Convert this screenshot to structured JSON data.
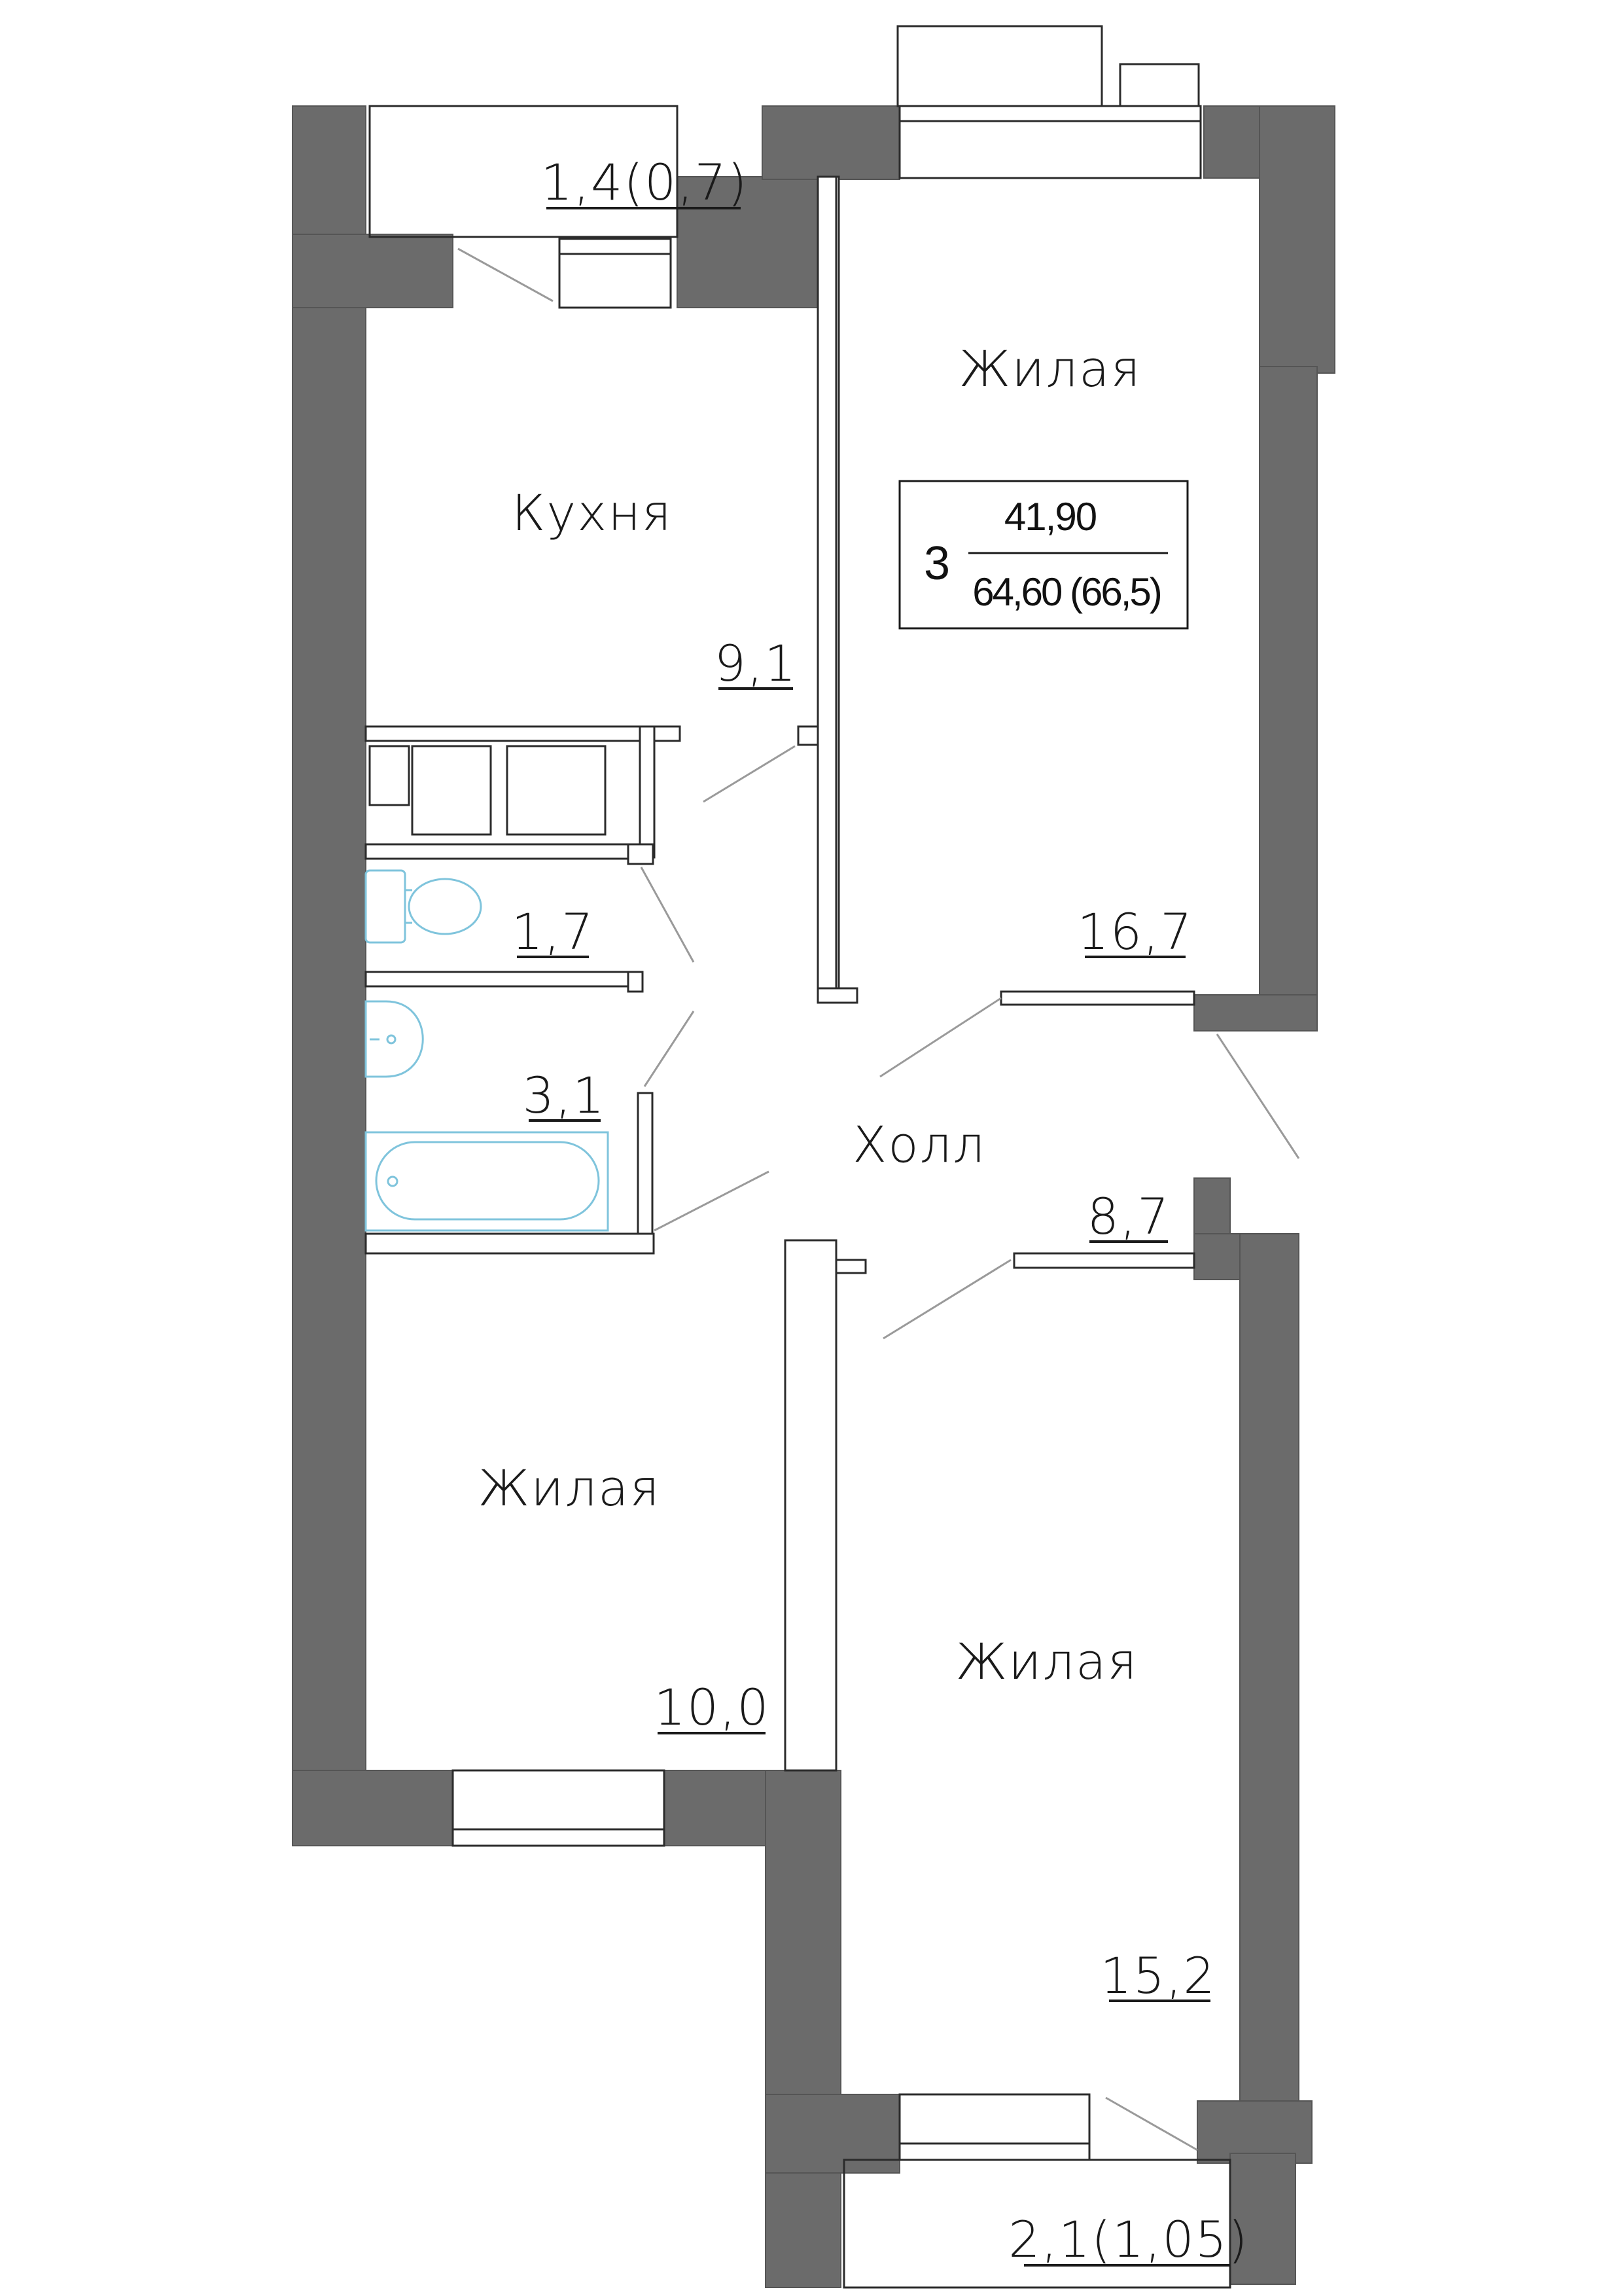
{
  "plan": {
    "rooms": [
      {
        "id": "kitchen",
        "name": "Кухня",
        "area": "9,1"
      },
      {
        "id": "living-top",
        "name": "Жилая",
        "area": "16,7"
      },
      {
        "id": "living-left",
        "name": "Жилая",
        "area": "10,0"
      },
      {
        "id": "living-bottom",
        "name": "Жилая",
        "area": "15,2"
      },
      {
        "id": "hall",
        "name": "Холл",
        "area": "8,7"
      },
      {
        "id": "wc",
        "name": "",
        "area": "1,7"
      },
      {
        "id": "bath",
        "name": "",
        "area": "3,1"
      },
      {
        "id": "balcony-top",
        "name": "",
        "area": "1,4(0,7)"
      },
      {
        "id": "balcony-bottom",
        "name": "",
        "area": "2,1(1,05)"
      }
    ],
    "info": {
      "rooms_count": "3",
      "living_area": "41,90",
      "total_area": "64,60 (66,5)"
    },
    "colors": {
      "wall": "#6b6b6b",
      "fixture": "#7fc4dc",
      "line": "#2b2b2b"
    }
  }
}
